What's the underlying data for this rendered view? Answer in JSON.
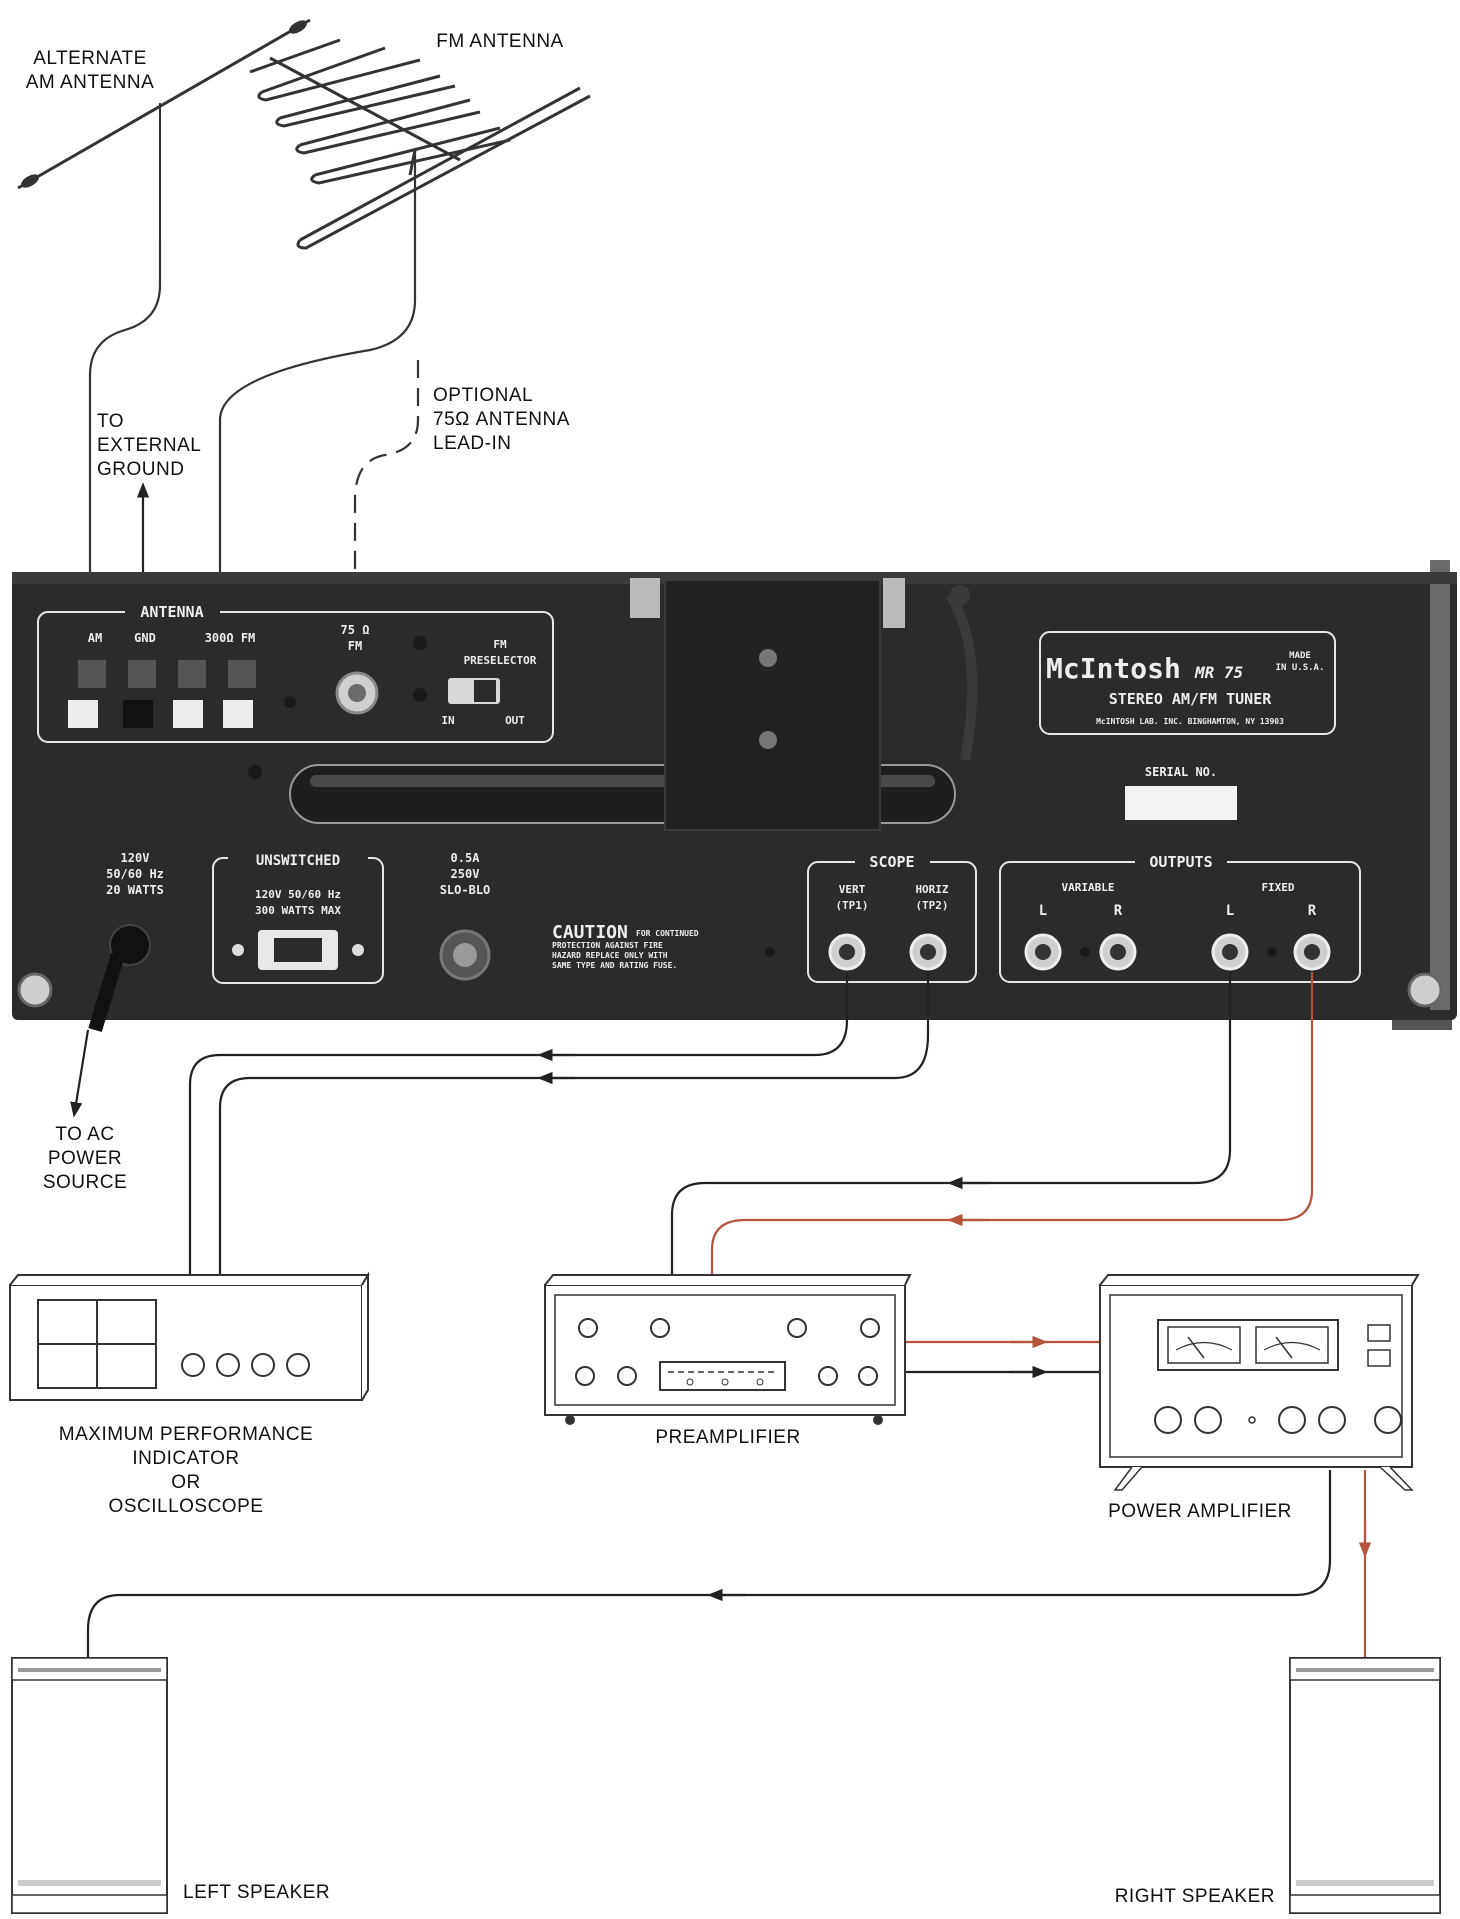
{
  "labels": {
    "alt_am_antenna_1": "ALTERNATE",
    "alt_am_antenna_2": "AM  ANTENNA",
    "fm_antenna": "FM  ANTENNA",
    "external_ground_1": "TO",
    "external_ground_2": "EXTERNAL",
    "external_ground_3": "GROUND",
    "optional_lead_1": "OPTIONAL",
    "optional_lead_2": "75Ω  ANTENNA",
    "optional_lead_3": "LEAD-IN",
    "ac_power_1": "TO AC",
    "ac_power_2": "POWER",
    "ac_power_3": "SOURCE",
    "indicator_1": "MAXIMUM  PERFORMANCE",
    "indicator_2": "INDICATOR",
    "indicator_3": "OR",
    "indicator_4": "OSCILLOSCOPE",
    "preamplifier": "PREAMPLIFIER",
    "power_amplifier": "POWER  AMPLIFIER",
    "left_speaker": "LEFT SPEAKER",
    "right_speaker": "RIGHT SPEAKER"
  },
  "panel": {
    "antenna": "ANTENNA",
    "am": "AM",
    "gnd": "GND",
    "fm300": "300Ω FM",
    "fm75_1": "75 Ω",
    "fm75_2": "FM",
    "preselector_1": "FM",
    "preselector_2": "PRESELECTOR",
    "in": "IN",
    "out": "OUT",
    "brand": "McIntosh",
    "model": "MR 75",
    "made_1": "MADE",
    "made_2": "IN U.S.A.",
    "product": "STEREO AM/FM TUNER",
    "address": "McINTOSH LAB. INC. BINGHAMTON, NY 13903",
    "serial": "SERIAL NO.",
    "power_1": "120V",
    "power_2": "50/60 Hz",
    "power_3": "20 WATTS",
    "unswitched": "UNSWITCHED",
    "unswitched_1": "120V 50/60 Hz",
    "unswitched_2": "300 WATTS MAX",
    "fuse_1": "0.5A",
    "fuse_2": "250V",
    "fuse_3": "SLO-BLO",
    "caution_title": "CAUTION",
    "caution_1": "FOR CONTINUED",
    "caution_2": "PROTECTION AGAINST FIRE",
    "caution_3": "HAZARD REPLACE ONLY WITH",
    "caution_4": "SAME TYPE AND RATING FUSE.",
    "scope": "SCOPE",
    "vert_1": "VERT",
    "vert_2": "(TP1)",
    "horiz_1": "HORIZ",
    "horiz_2": "(TP2)",
    "outputs": "OUTPUTS",
    "variable": "VARIABLE",
    "fixed": "FIXED",
    "var_l": "L",
    "var_r": "R",
    "fix_l": "L",
    "fix_r": "R"
  },
  "colors": {
    "panel": "#2b2b2b",
    "cable": "#222222",
    "right_channel": "#b5533e"
  }
}
